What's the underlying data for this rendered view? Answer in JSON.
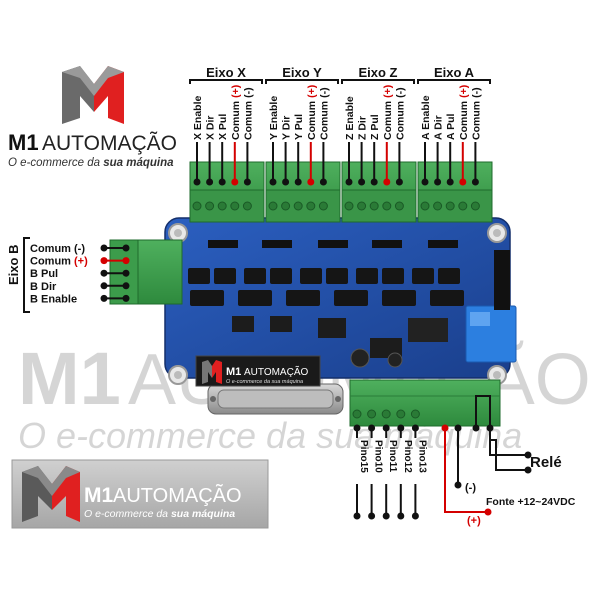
{
  "brand": {
    "m_letter": "M",
    "num": "1",
    "name": "M1",
    "word": "AUTOMAÇÃO",
    "tagline_prefix": "O e-commerce da ",
    "tagline_bold": "sua máquina"
  },
  "watermark": {
    "name": "M1",
    "word": "AUTOMAÇÃO",
    "tagline": "O e-commerce da sua máquina"
  },
  "axes": [
    {
      "title": "Eixo X",
      "pins": [
        "X Enable",
        "X Dir",
        "X Pul",
        "Comum",
        "Comum"
      ],
      "signs": [
        "(+)",
        "(-)"
      ]
    },
    {
      "title": "Eixo Y",
      "pins": [
        "Y Enable",
        "Y Dir",
        "Y Pul",
        "Comum",
        "Comum"
      ],
      "signs": [
        "(+)",
        "(-)"
      ]
    },
    {
      "title": "Eixo Z",
      "pins": [
        "Z Enable",
        "Z Dir",
        "Z Pul",
        "Comum",
        "Comum"
      ],
      "signs": [
        "(+)",
        "(-)"
      ]
    },
    {
      "title": "Eixo A",
      "pins": [
        "A Enable",
        "A Dir",
        "A Pul",
        "Comum",
        "Comum"
      ],
      "signs": [
        "(+)",
        "(-)"
      ]
    }
  ],
  "axis_b": {
    "title": "Eixo B",
    "pins": [
      {
        "label": "Comum (-)",
        "sign": ""
      },
      {
        "label": "Comum ",
        "sign": "(+)"
      },
      {
        "label": "B Pul",
        "sign": ""
      },
      {
        "label": "B Dir",
        "sign": ""
      },
      {
        "label": "B Enable",
        "sign": ""
      }
    ]
  },
  "bottom_pins": [
    "Pino15",
    "Pino10",
    "Pino11",
    "Pino12",
    "Pino13"
  ],
  "power": {
    "minus": "(-)",
    "plus": "(+)",
    "label": "Fonte +12~24VDC"
  },
  "relay": {
    "label": "Relé"
  },
  "colors": {
    "pcb": "#1f4fa8",
    "terminal": "#3a9a4a",
    "red": "#d40000",
    "logo_red": "#e02020",
    "logo_grey": "#555555"
  }
}
